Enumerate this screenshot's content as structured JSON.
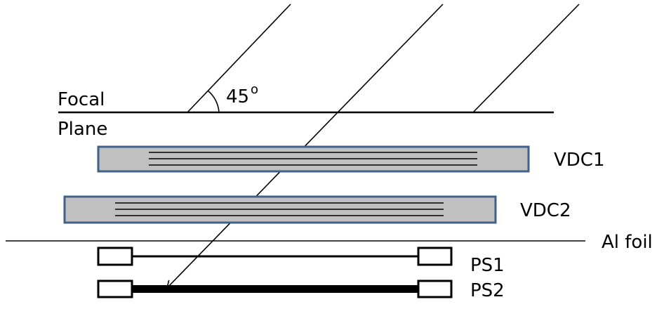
{
  "labels": {
    "focal": "Focal",
    "plane": "Plane",
    "angle": "45",
    "degree_symbol": "o",
    "vdc1": "VDC1",
    "vdc2": "VDC2",
    "al_foil": "Al foil",
    "ps1": "PS1",
    "ps2": "PS2"
  },
  "colors": {
    "chamber_fill": "#c0c0c0",
    "chamber_border": "#41608a",
    "line": "#000000"
  }
}
